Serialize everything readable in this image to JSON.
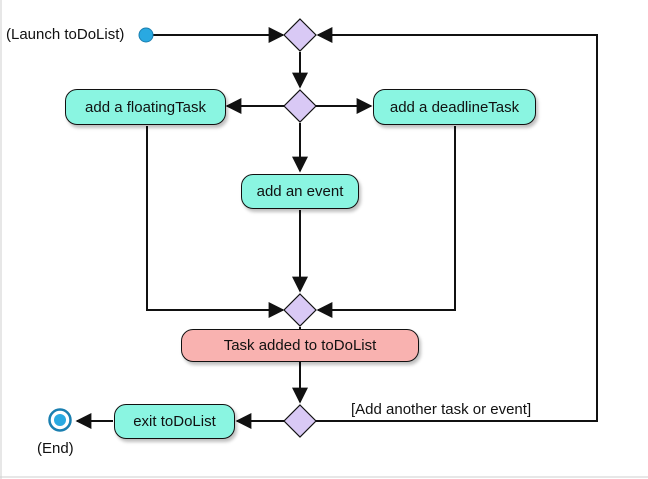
{
  "start": {
    "label": "(Launch toDoList)"
  },
  "end": {
    "label": "(End)"
  },
  "actions": {
    "floating": "add a floatingTask",
    "deadline": "add a deadlineTask",
    "event": "add an event",
    "added": "Task added to toDoList",
    "exit": "exit toDoList"
  },
  "guard": {
    "loop": "[Add another task or event]"
  },
  "colors": {
    "action_fill": "#8af5e1",
    "result_fill": "#f9b2b0",
    "decision_fill": "#d9c9f5",
    "start_fill": "#29a9e1",
    "line": "#111111"
  }
}
